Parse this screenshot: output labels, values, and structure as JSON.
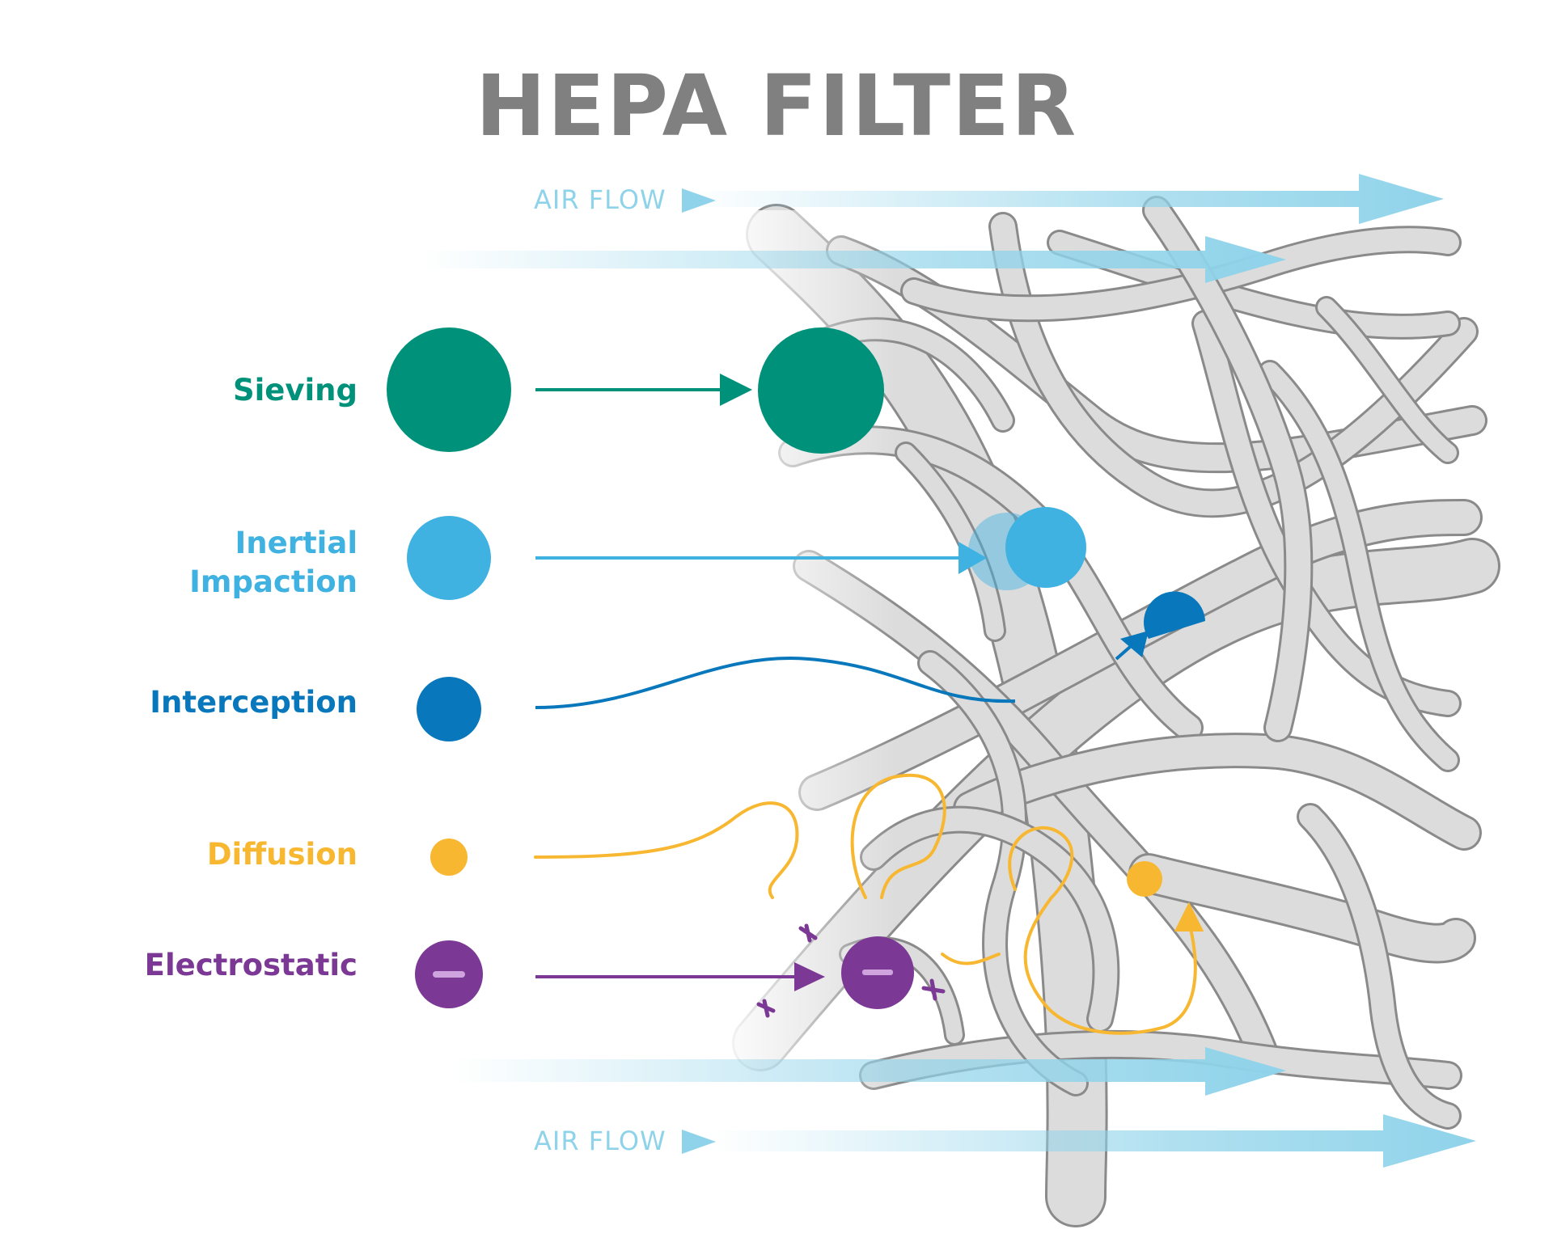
{
  "title": "HEPA FILTER",
  "airflow": {
    "top_label": "AIR FLOW",
    "bottom_label": "AIR FLOW"
  },
  "mechanisms": [
    {
      "id": "sieving",
      "label": "Sieving",
      "color": "#00917a"
    },
    {
      "id": "inertial-impaction",
      "label_line1": "Inertial",
      "label_line2": "Impaction",
      "color": "#3fb2e2"
    },
    {
      "id": "interception",
      "label": "Interception",
      "color": "#0877bb"
    },
    {
      "id": "diffusion",
      "label": "Diffusion",
      "color": "#f8b730"
    },
    {
      "id": "electrostatic",
      "label": "Electrostatic",
      "color": "#7b3894"
    }
  ],
  "colors": {
    "title": "#808080",
    "fiber_fill": "#dcdcdc",
    "fiber_outline": "#8a8a8a",
    "airflow": "#8fd3ea"
  },
  "icons": [
    "minus-sign-icon",
    "plus-sign-icon"
  ]
}
